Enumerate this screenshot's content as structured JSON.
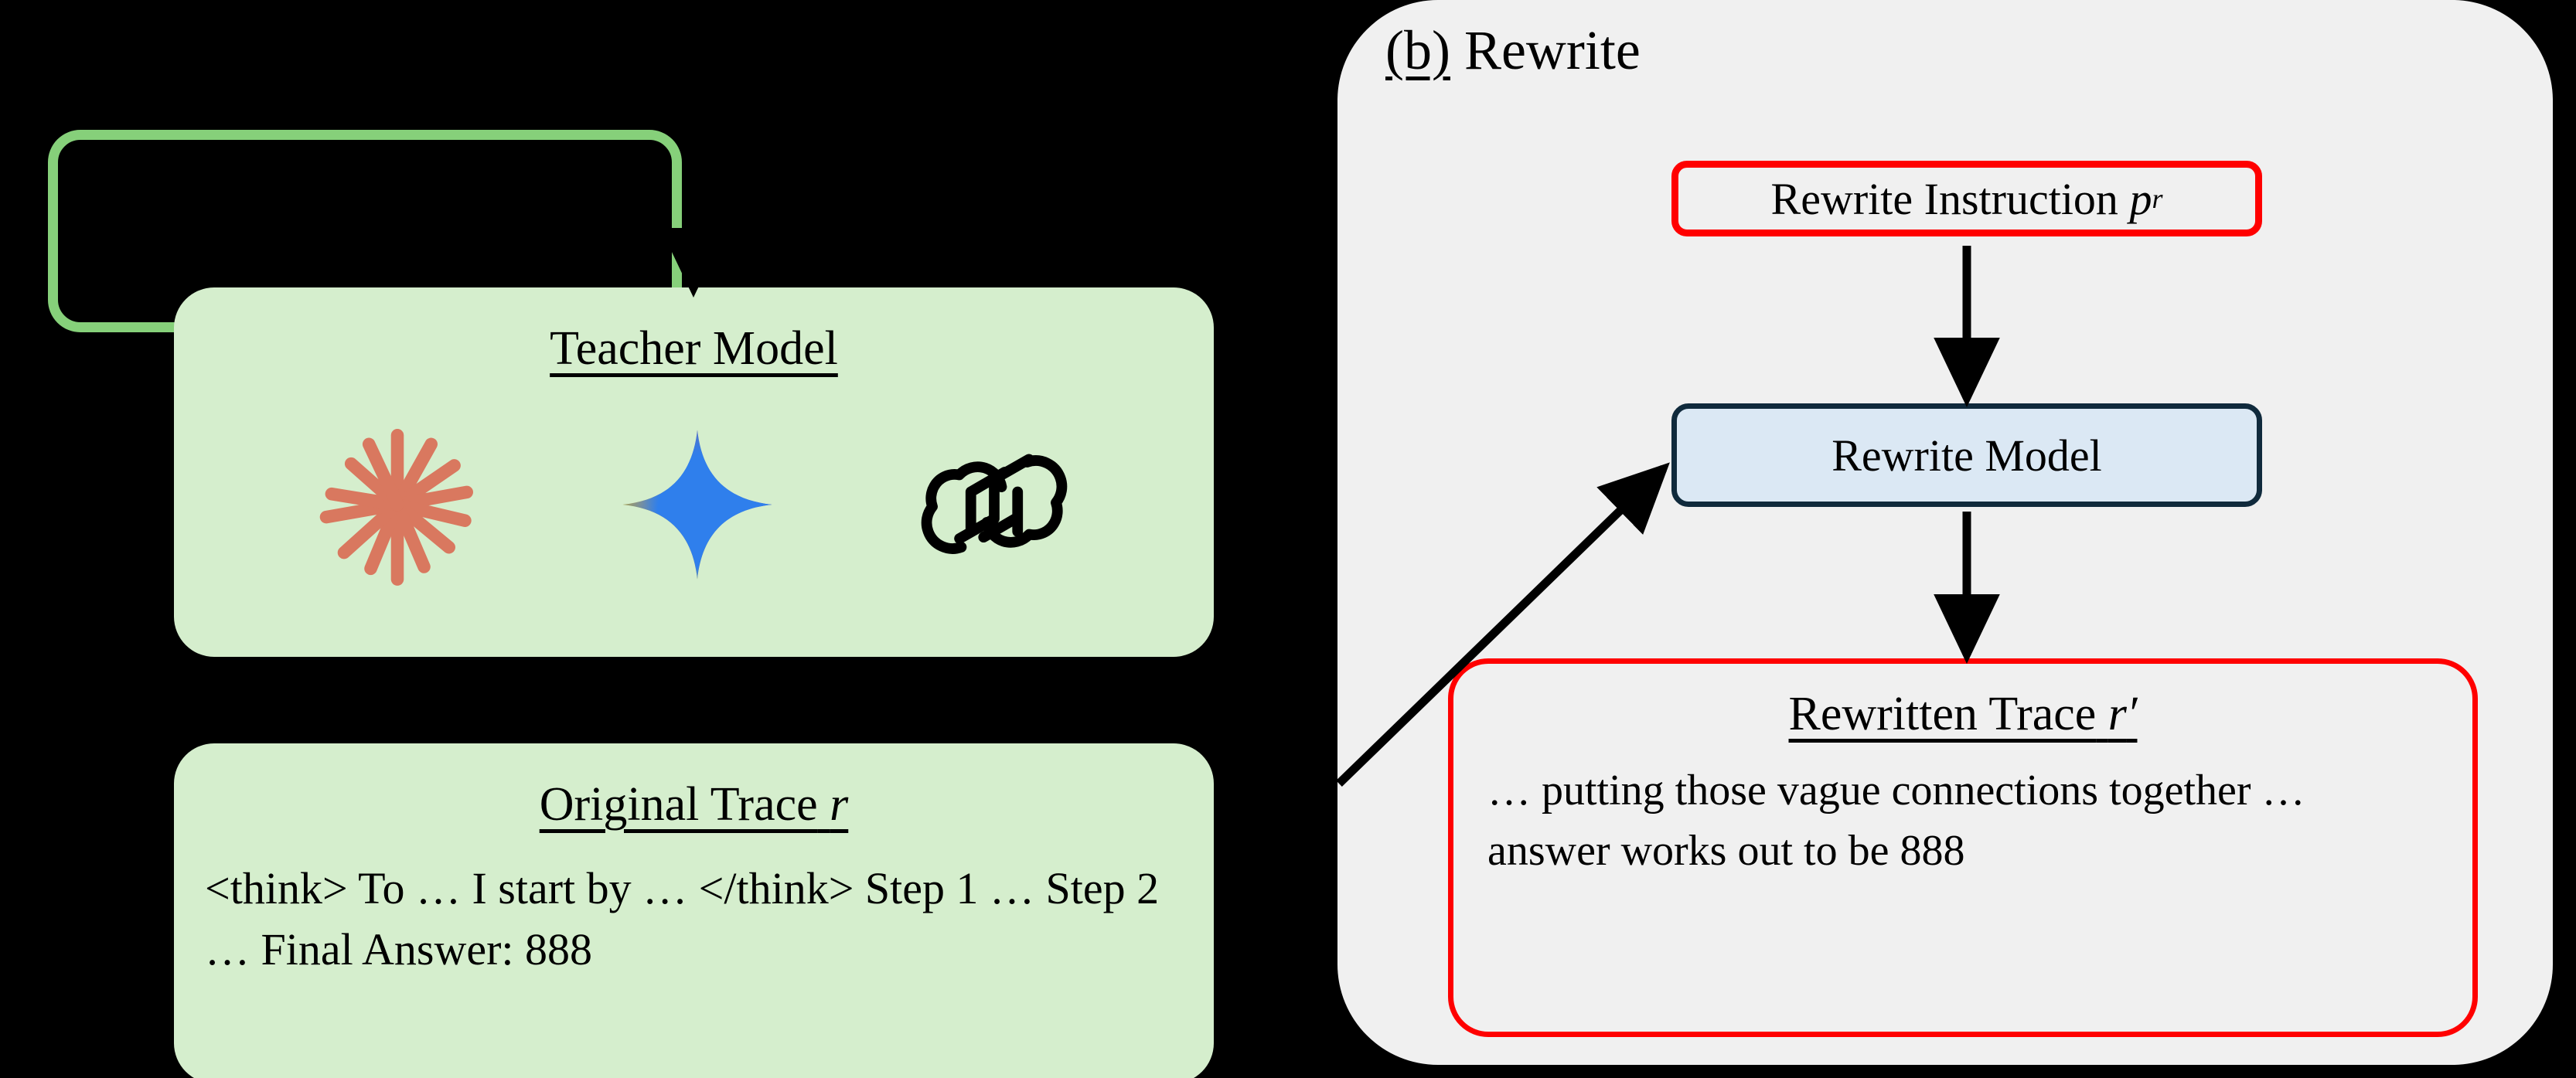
{
  "figure": {
    "background_color": "#000000",
    "panel_bg": "#f0f0f0",
    "green_fill": "#d5eecd",
    "green_stroke": "#86d07a",
    "red_stroke": "#ff0000",
    "navy_stroke": "#102a3c",
    "blue_fill": "#dbe8f4"
  },
  "left": {
    "empty_box": {
      "label": ""
    },
    "teacher": {
      "title": "Teacher Model",
      "logos": [
        {
          "name": "claude-logo",
          "color": "#d9785f"
        },
        {
          "name": "gemini-logo",
          "colors": [
            "#ea3e30",
            "#2f7fec",
            "#0fa75c",
            "#f9ab19"
          ]
        },
        {
          "name": "openai-logo",
          "color": "#000000"
        }
      ]
    },
    "original_trace": {
      "title_prefix": "Original Trace",
      "title_symbol": "r",
      "body": "<think> To … I start by … </think> Step 1 … Step 2 … Final Answer: 888"
    }
  },
  "right": {
    "panel_label_tag": "(b)",
    "panel_label_text": "Rewrite",
    "instruction": {
      "text": "Rewrite Instruction",
      "symbol": "p",
      "subscript": "r"
    },
    "model": {
      "text": "Rewrite Model"
    },
    "rewritten_trace": {
      "title_prefix": "Rewritten Trace",
      "title_symbol": "r",
      "title_prime": "′",
      "body": "… putting those vague connections together … answer works out to be 888"
    },
    "arrows": [
      {
        "name": "instruction-to-model",
        "direction": "down"
      },
      {
        "name": "model-to-rewritten-trace",
        "direction": "down"
      },
      {
        "name": "original-trace-to-model",
        "direction": "up-right"
      },
      {
        "name": "into-teacher-model",
        "direction": "down"
      }
    ]
  }
}
